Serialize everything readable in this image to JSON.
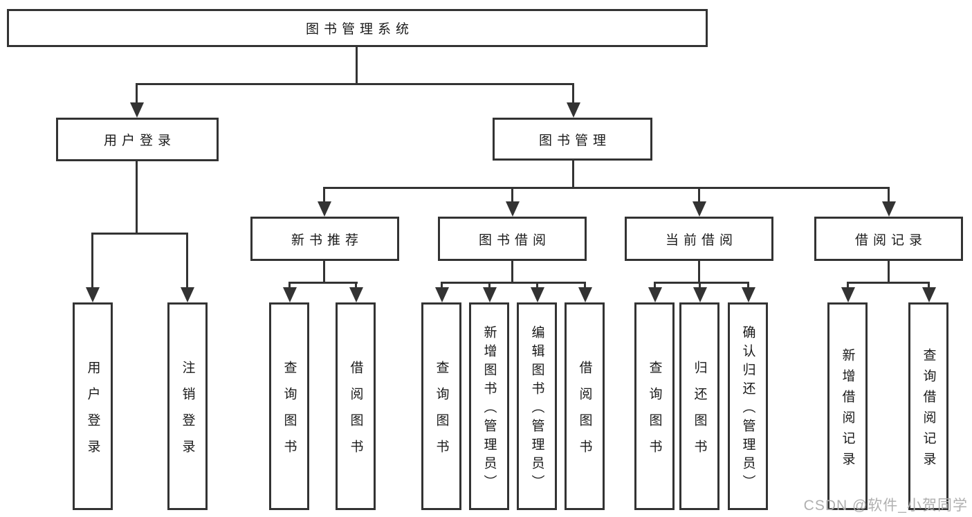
{
  "nodes": {
    "root": "图书管理系统",
    "login": "用户登录",
    "management": "图书管理",
    "new_books": "新书推荐",
    "borrowing": "图书借阅",
    "current_borrow": "当前借阅",
    "borrow_records": "借阅记录"
  },
  "leaves": [
    "用户登录",
    "注销登录",
    "查询图书",
    "借阅图书",
    "查询图书",
    "新增图书（管理员）",
    "编辑图书（管理员）",
    "借阅图书",
    "查询图书",
    "归还图书",
    "确认归还（管理员）",
    "新增借阅记录",
    "查询借阅记录"
  ],
  "watermark": "CSDN @软件_小贺同学",
  "colors": {
    "line": "#333333",
    "text": "#1a1a1a",
    "watermark": "#b0b0b0",
    "background": "#ffffff"
  }
}
